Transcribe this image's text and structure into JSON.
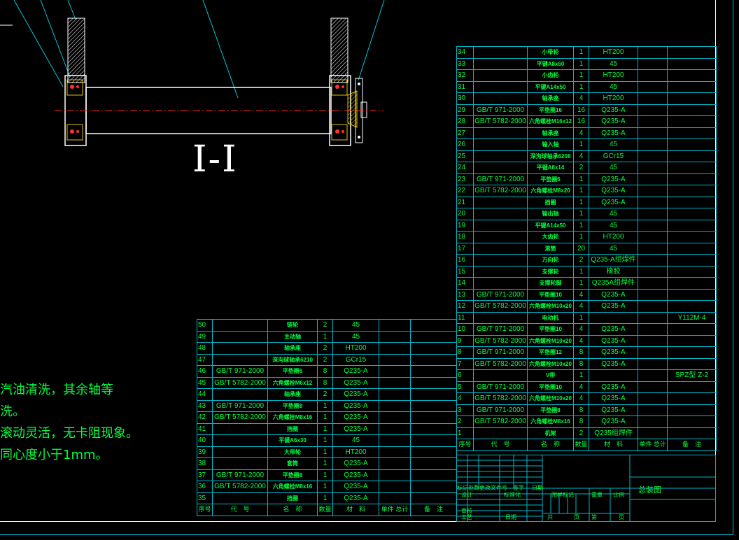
{
  "drawing": {
    "section_label": "I-I",
    "notes": [
      "汽油清洗，其余轴等",
      "洗。",
      "滚动灵活，无卡阻现象。",
      "同心度小于1mm。"
    ]
  },
  "bom_right": {
    "rows": [
      [
        "34",
        "",
        "小带轮",
        "1",
        "HT200",
        "",
        ""
      ],
      [
        "33",
        "",
        "平键A8x60",
        "1",
        "45",
        "",
        ""
      ],
      [
        "32",
        "",
        "小齿轮",
        "1",
        "HT200",
        "",
        ""
      ],
      [
        "31",
        "",
        "平键A14x50",
        "1",
        "45",
        "",
        ""
      ],
      [
        "30",
        "",
        "轴承座",
        "4",
        "HT200",
        "",
        ""
      ],
      [
        "29",
        "GB/T 971-2000",
        "平垫圈16",
        "16",
        "Q235-A",
        "",
        ""
      ],
      [
        "28",
        "GB/T 5782-2000",
        "六角螺栓M16x12",
        "16",
        "Q235-A",
        "",
        ""
      ],
      [
        "27",
        "",
        "轴承座",
        "4",
        "Q235-A",
        "",
        ""
      ],
      [
        "26",
        "",
        "输入轴",
        "1",
        "45",
        "",
        ""
      ],
      [
        "25",
        "",
        "深沟球轴承6208",
        "4",
        "GCr15",
        "",
        ""
      ],
      [
        "24",
        "",
        "平键A8x14",
        "2",
        "45",
        "",
        ""
      ],
      [
        "23",
        "GB/T 971-2000",
        "平垫圈5",
        "1",
        "Q235-A",
        "",
        ""
      ],
      [
        "22",
        "GB/T 5782-2000",
        "六角螺栓M8x20",
        "1",
        "Q235-A",
        "",
        ""
      ],
      [
        "21",
        "",
        "挡圈",
        "1",
        "Q235-A",
        "",
        ""
      ],
      [
        "20",
        "",
        "输出轴",
        "1",
        "45",
        "",
        ""
      ],
      [
        "19",
        "",
        "平键A14x50",
        "1",
        "45",
        "",
        ""
      ],
      [
        "18",
        "",
        "大齿轮",
        "1",
        "HT200",
        "",
        ""
      ],
      [
        "17",
        "",
        "滚筒",
        "20",
        "45",
        "",
        ""
      ],
      [
        "16",
        "",
        "万向轮",
        "2",
        "Q235-A组焊件",
        "",
        ""
      ],
      [
        "15",
        "",
        "支撑轮",
        "1",
        "橡胶",
        "",
        ""
      ],
      [
        "14",
        "",
        "支撑轮脚",
        "1",
        "Q235A组焊件",
        "",
        ""
      ],
      [
        "13",
        "GB/T 971-2000",
        "平垫圈10",
        "4",
        "Q235-A",
        "",
        ""
      ],
      [
        "12",
        "GB/T 5782-2000",
        "六角螺栓M10x20",
        "4",
        "Q235-A",
        "",
        ""
      ],
      [
        "11",
        "",
        "电动机",
        "1",
        "",
        "",
        "Y112M-4"
      ],
      [
        "10",
        "GB/T 971-2000",
        "平垫圈10",
        "4",
        "Q235-A",
        "",
        ""
      ],
      [
        "9",
        "GB/T 5782-2000",
        "六角螺栓M10x20",
        "4",
        "Q235-A",
        "",
        ""
      ],
      [
        "8",
        "GB/T 971-2000",
        "平垫圈12",
        "8",
        "Q235-A",
        "",
        ""
      ],
      [
        "7",
        "GB/T 5782-2000",
        "六角螺栓M10x20",
        "8",
        "Q235-A",
        "",
        ""
      ],
      [
        "6",
        "",
        "V带",
        "1",
        "",
        "",
        "SPZ型 Z-2"
      ],
      [
        "5",
        "GB/T 971-2000",
        "平垫圈10",
        "4",
        "Q235-A",
        "",
        ""
      ],
      [
        "4",
        "GB/T 5782-2000",
        "六角螺栓M10x20",
        "4",
        "Q235-A",
        "",
        ""
      ],
      [
        "3",
        "GB/T 971-2000",
        "平垫圈8",
        "8",
        "Q235-A",
        "",
        ""
      ],
      [
        "2",
        "GB/T 5782-2000",
        "六角螺栓M8x16",
        "8",
        "Q235-A",
        "",
        ""
      ],
      [
        "1",
        "",
        "机架",
        "2",
        "Q235组焊件",
        "",
        ""
      ]
    ],
    "header": [
      "序号",
      "代　号",
      "名　称",
      "数量",
      "材　料",
      "单件 总计",
      "备　注"
    ]
  },
  "bom_left": {
    "rows": [
      [
        "50",
        "",
        "链轮",
        "2",
        "45",
        "",
        ""
      ],
      [
        "49",
        "",
        "主动轴",
        "1",
        "45",
        "",
        ""
      ],
      [
        "48",
        "",
        "轴承座",
        "2",
        "HT200",
        "",
        ""
      ],
      [
        "47",
        "",
        "深沟球轴承6210",
        "2",
        "GCr15",
        "",
        ""
      ],
      [
        "46",
        "GB/T 971-2000",
        "平垫圈6",
        "8",
        "Q235-A",
        "",
        ""
      ],
      [
        "45",
        "GB/T 5782-2000",
        "六角螺栓M6x12",
        "8",
        "Q235-A",
        "",
        ""
      ],
      [
        "44",
        "",
        "轴承座",
        "2",
        "Q235-A",
        "",
        ""
      ],
      [
        "43",
        "GB/T 971-2000",
        "平垫圈8",
        "1",
        "Q235-A",
        "",
        ""
      ],
      [
        "42",
        "GB/T 5782-2000",
        "六角螺栓M8x16",
        "1",
        "Q235-A",
        "",
        ""
      ],
      [
        "41",
        "",
        "挡圈",
        "1",
        "Q235-A",
        "",
        ""
      ],
      [
        "40",
        "",
        "平键A6x30",
        "1",
        "45",
        "",
        ""
      ],
      [
        "39",
        "",
        "大带轮",
        "1",
        "HT200",
        "",
        ""
      ],
      [
        "38",
        "",
        "套筒",
        "1",
        "Q235-A",
        "",
        ""
      ],
      [
        "37",
        "GB/T 971-2000",
        "平垫圈8",
        "1",
        "Q235-A",
        "",
        ""
      ],
      [
        "36",
        "GB/T 5782-2000",
        "六角螺栓M8x16",
        "1",
        "Q235-A",
        "",
        ""
      ],
      [
        "35",
        "",
        "挡圈",
        "1",
        "Q235-A",
        "",
        ""
      ]
    ],
    "header": [
      "序号",
      "代　号",
      "名　称",
      "数量",
      "材　料",
      "单件 总计",
      "备　注"
    ]
  },
  "title_block": {
    "drawing_title": "总装图",
    "labels": {
      "mark": "标记处数",
      "change_doc": "更改文件号",
      "signature": "签字",
      "date": "日期",
      "design": "设计",
      "standard": "标准化",
      "review": "审核",
      "process": "工艺",
      "approve": "日期",
      "stage_mark": "图样标记",
      "weight": "重量",
      "scale": "比例",
      "total": "共",
      "sheet": "页",
      "of": "第",
      "page": "页"
    }
  },
  "colors": {
    "background": "#000000",
    "table_line": "#00b8c8",
    "text": "#00ff40",
    "frame": "#ffffff",
    "centerline": "#ff2020"
  }
}
